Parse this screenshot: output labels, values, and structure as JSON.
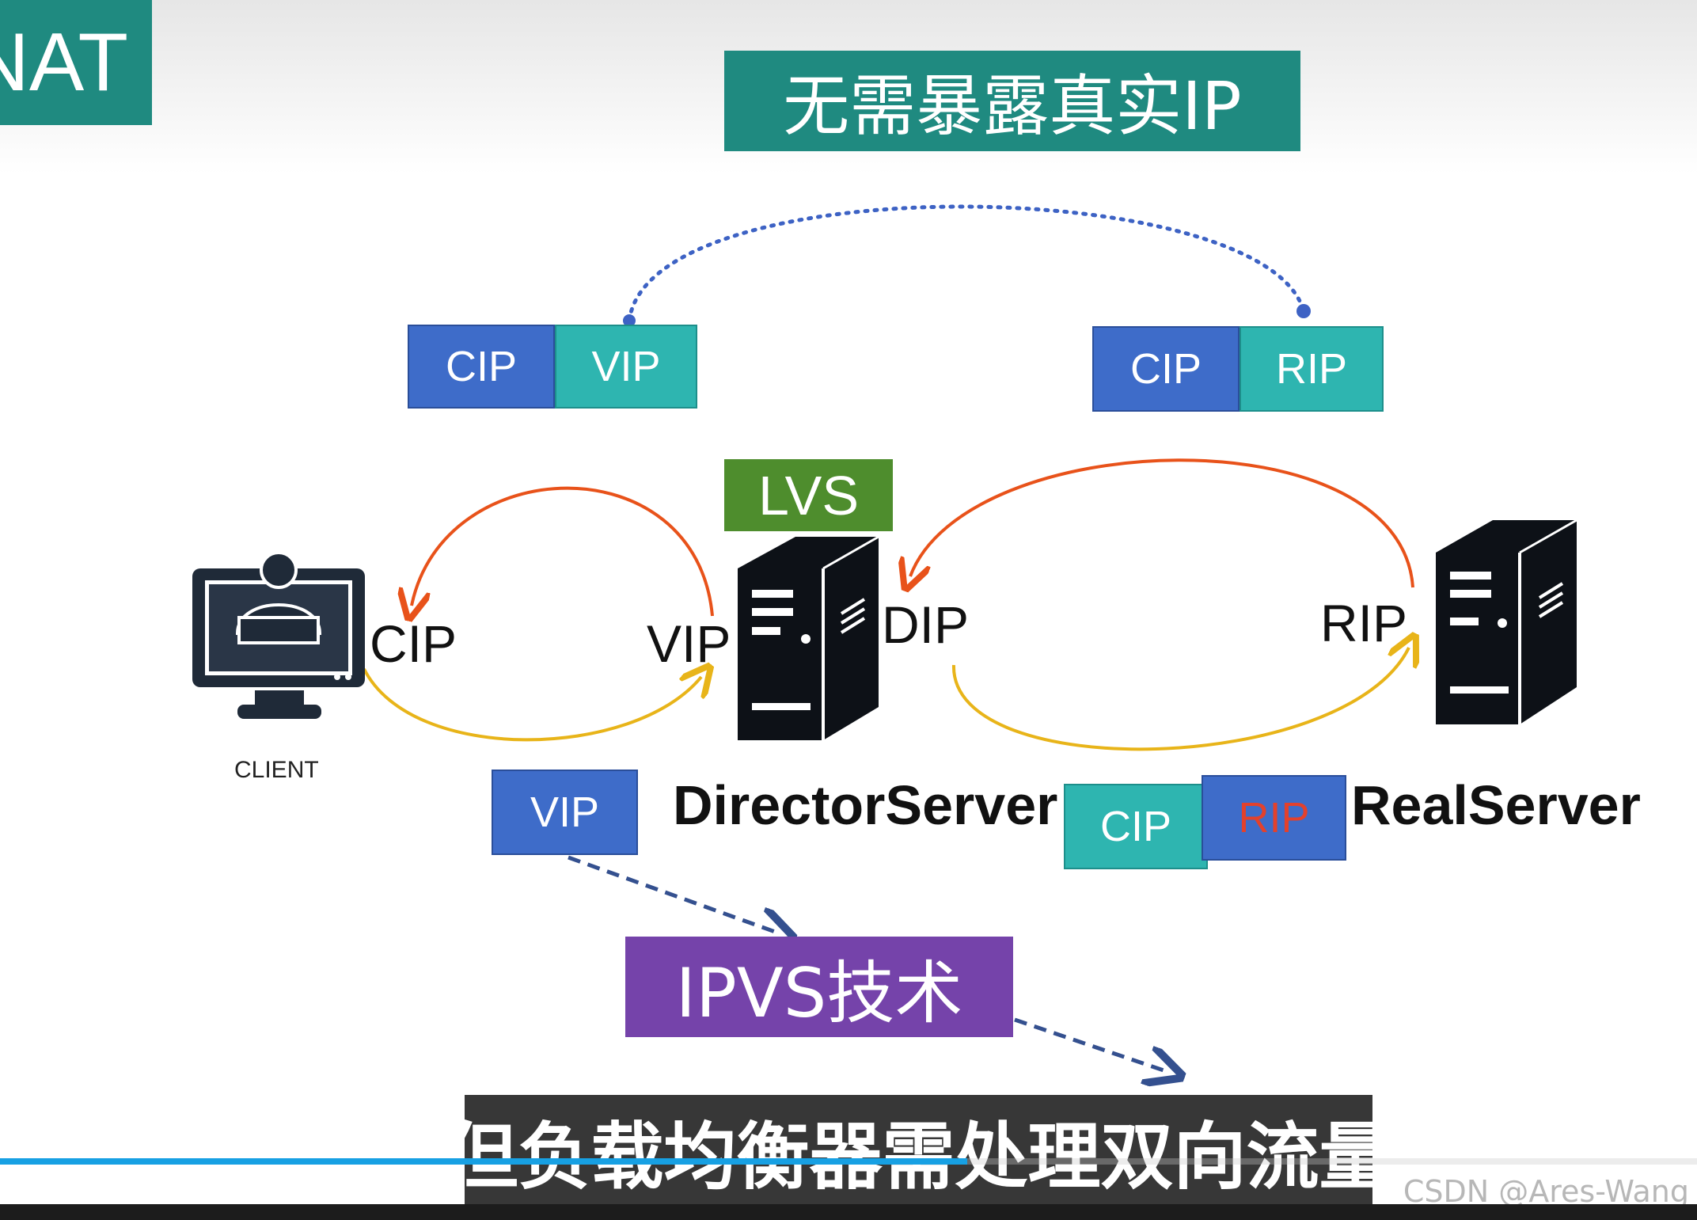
{
  "corner_tag": "NAT",
  "title": "无需暴露真实IP",
  "lvs_label": "LVS",
  "ipvs_label": "IPVS技术",
  "client_caption": "CLIENT",
  "director_caption": "DirectorServer",
  "real_caption": "RealServer",
  "endpoints": {
    "client_ip": "CIP",
    "director_vip": "VIP",
    "director_dip": "DIP",
    "real_ip": "RIP"
  },
  "packets": {
    "top_left": {
      "left": "CIP",
      "right": "VIP"
    },
    "top_right": {
      "left": "CIP",
      "right": "RIP"
    },
    "bottom_vip": "VIP",
    "bottom_right": {
      "left": "CIP",
      "right": "RIP"
    }
  },
  "subtitle": "但负载均衡器需处理双向流量",
  "watermark": "CSDN @Ares-Wang",
  "progress": 0.57,
  "colors": {
    "teal_title": "#1f8a80",
    "blue_box": "#3e6cc9",
    "teal_box": "#2eb5b0",
    "lvs_green": "#4e8d2d",
    "ipvs_purple": "#7543aa",
    "orange_arrow": "#e8521a",
    "yellow_arrow": "#e8b419",
    "dotted_blue": "#3d62c4",
    "red_text": "#e3412c",
    "server_dark": "#0d1117",
    "monitor_dark": "#1f2a38"
  }
}
